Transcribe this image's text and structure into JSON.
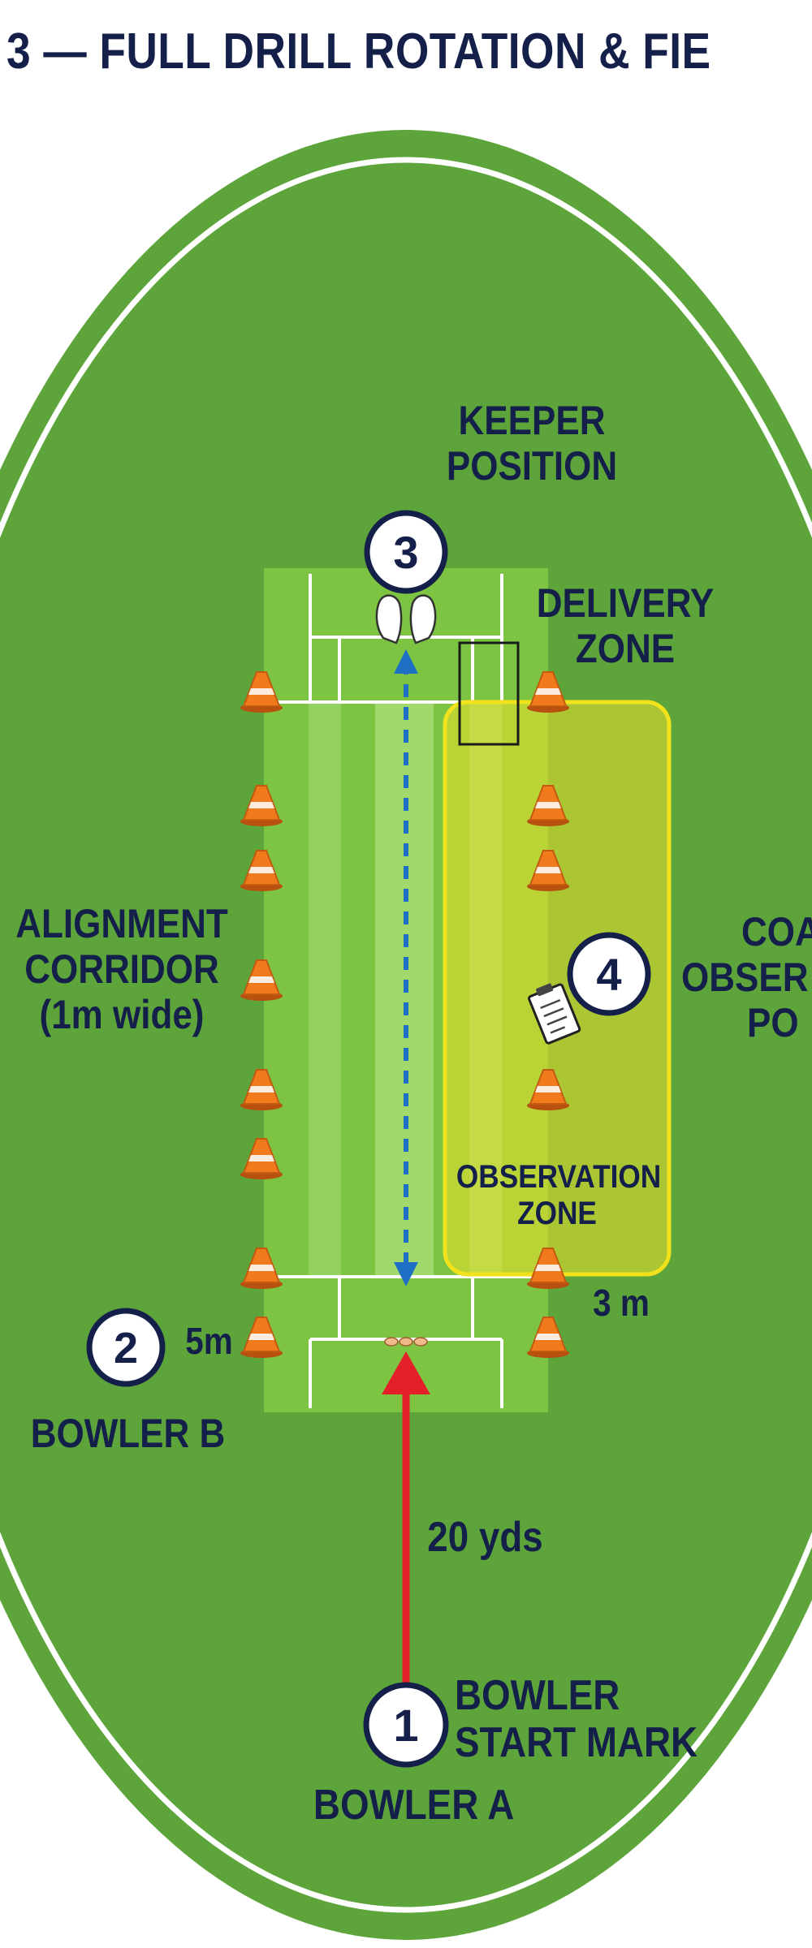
{
  "title": "3 — FULL DRILL ROTATION & FIE",
  "labels": {
    "keeper_position": [
      "KEEPER",
      "POSITION"
    ],
    "delivery_zone": [
      "DELIVERY",
      "ZONE"
    ],
    "alignment_corridor": [
      "ALIGNMENT",
      "CORRIDOR",
      "(1m wide)"
    ],
    "coach_observation": [
      "COA",
      "OBSER",
      "PO"
    ],
    "observation_zone": [
      "OBSERVATION",
      "ZONE"
    ],
    "bowler_b": "BOWLER B",
    "bowler_start_mark": [
      "BOWLER",
      "START MARK"
    ],
    "bowler_a": "BOWLER A"
  },
  "measurements": {
    "cone_gap": "5m",
    "zone_offset": "3 m",
    "run_up": "20 yds"
  },
  "markers": [
    "1",
    "2",
    "3",
    "4"
  ],
  "colors": {
    "title": "#14204a",
    "field": "#5da53a",
    "pitch": "#7cc441",
    "boundary": "#ffffff",
    "cone": "#f07a1c",
    "observation_zone": "#ece12e",
    "blue_arrow": "#1f6fc4",
    "red_arrow": "#e32027",
    "marker": "#14204a"
  },
  "icons": [
    "wicket-keeping-gloves-icon",
    "clipboard-icon",
    "cone-icon",
    "bails-icon"
  ]
}
